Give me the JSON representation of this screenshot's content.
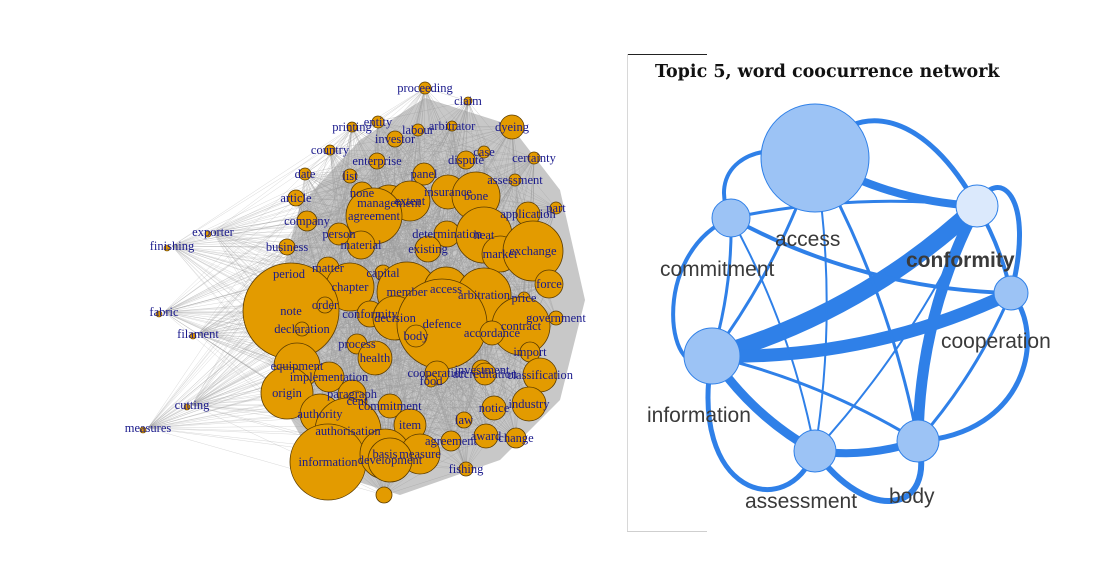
{
  "left_network": {
    "colors": {
      "node_fill": "#e39b00",
      "node_stroke": "#5a3b00",
      "edge": "#9a9a9a",
      "label": "#1a1a8c"
    },
    "outer_words": [
      "finishing",
      "exporter",
      "fabric",
      "filament",
      "cutting",
      "measures"
    ],
    "words": [
      "proceeding",
      "claim",
      "printing",
      "entity",
      "labour",
      "arbitrator",
      "dyeing",
      "investor",
      "case",
      "country",
      "enterprise",
      "dispute",
      "certainty",
      "date",
      "list",
      "panel",
      "assessment",
      "none",
      "insurance",
      "bone",
      "part",
      "article",
      "management",
      "extent",
      "application",
      "company",
      "agreement",
      "person",
      "determination",
      "heat",
      "business",
      "material",
      "existing",
      "market",
      "exchange",
      "period",
      "matter",
      "capital",
      "force",
      "chapter",
      "member",
      "access",
      "arbitration",
      "price",
      "note",
      "order",
      "conformity",
      "decision",
      "defence",
      "contract",
      "government",
      "declaration",
      "process",
      "body",
      "accordance",
      "health",
      "cooperation",
      "investment",
      "import",
      "equipment",
      "implementation",
      "accreditation",
      "classification",
      "origin",
      "paragraph",
      "food",
      "authority",
      "cent",
      "commitment",
      "notice",
      "industry",
      "authorisation",
      "item",
      "law",
      "agreement",
      "award",
      "change",
      "information",
      "basis",
      "measure",
      "development",
      "fishing"
    ]
  },
  "right_network": {
    "title": "Topic 5, word coocurrence network",
    "colors": {
      "edge": "#2f80e8",
      "node_fill": "#9cc3f5",
      "node_stroke": "#2f80e8"
    },
    "nodes": [
      "access",
      "commitment",
      "conformity",
      "cooperation",
      "information",
      "assessment",
      "body"
    ]
  }
}
